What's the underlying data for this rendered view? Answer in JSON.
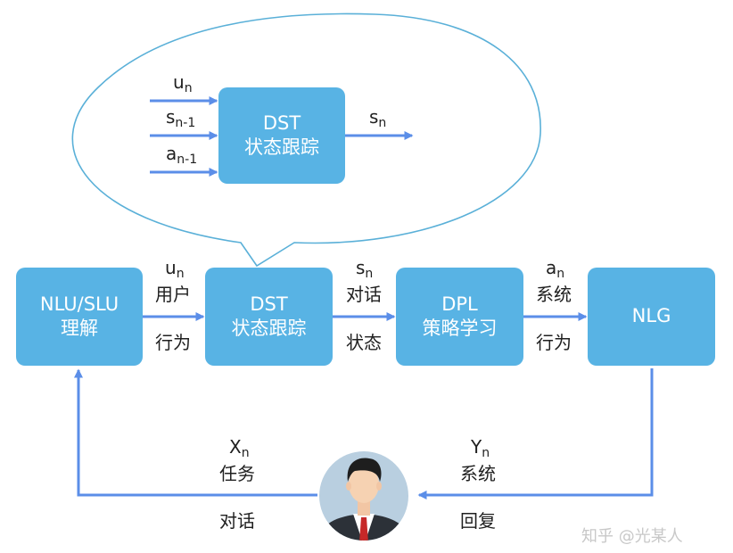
{
  "modules": {
    "nlu": {
      "line1": "NLU/SLU",
      "line2": "理解"
    },
    "dst": {
      "line1": "DST",
      "line2": "状态跟踪"
    },
    "dpl": {
      "line1": "DPL",
      "line2": "策略学习"
    },
    "nlg": {
      "line1": "NLG"
    }
  },
  "zoom_dst": {
    "line1": "DST",
    "line2": "状态跟踪",
    "inputs": [
      {
        "var": "u",
        "sub": "n"
      },
      {
        "var": "s",
        "sub": "n-1"
      },
      {
        "var": "a",
        "sub": "n-1"
      }
    ],
    "output": {
      "var": "s",
      "sub": "n"
    }
  },
  "edges": {
    "user_action": {
      "var": "u",
      "sub": "n",
      "line1": "用户",
      "line2": "行为"
    },
    "dialog_state": {
      "var": "s",
      "sub": "n",
      "line1": "对话",
      "line2": "状态"
    },
    "system_action": {
      "var": "a",
      "sub": "n",
      "line1": "系统",
      "line2": "行为"
    },
    "system_reply": {
      "var": "Y",
      "sub": "n",
      "line1": "系统",
      "line2": "回复"
    },
    "task_dialog": {
      "var": "X",
      "sub": "n",
      "line1": "任务",
      "line2": "对话"
    }
  },
  "watermark": "知乎 @光某人",
  "colors": {
    "box_fill": "#58b3e4",
    "arrow": "#5b8ee8",
    "bubble_stroke": "#5ab0d8",
    "text": "#1f1f1f"
  },
  "icons": {
    "user": "businessman-avatar-icon"
  }
}
